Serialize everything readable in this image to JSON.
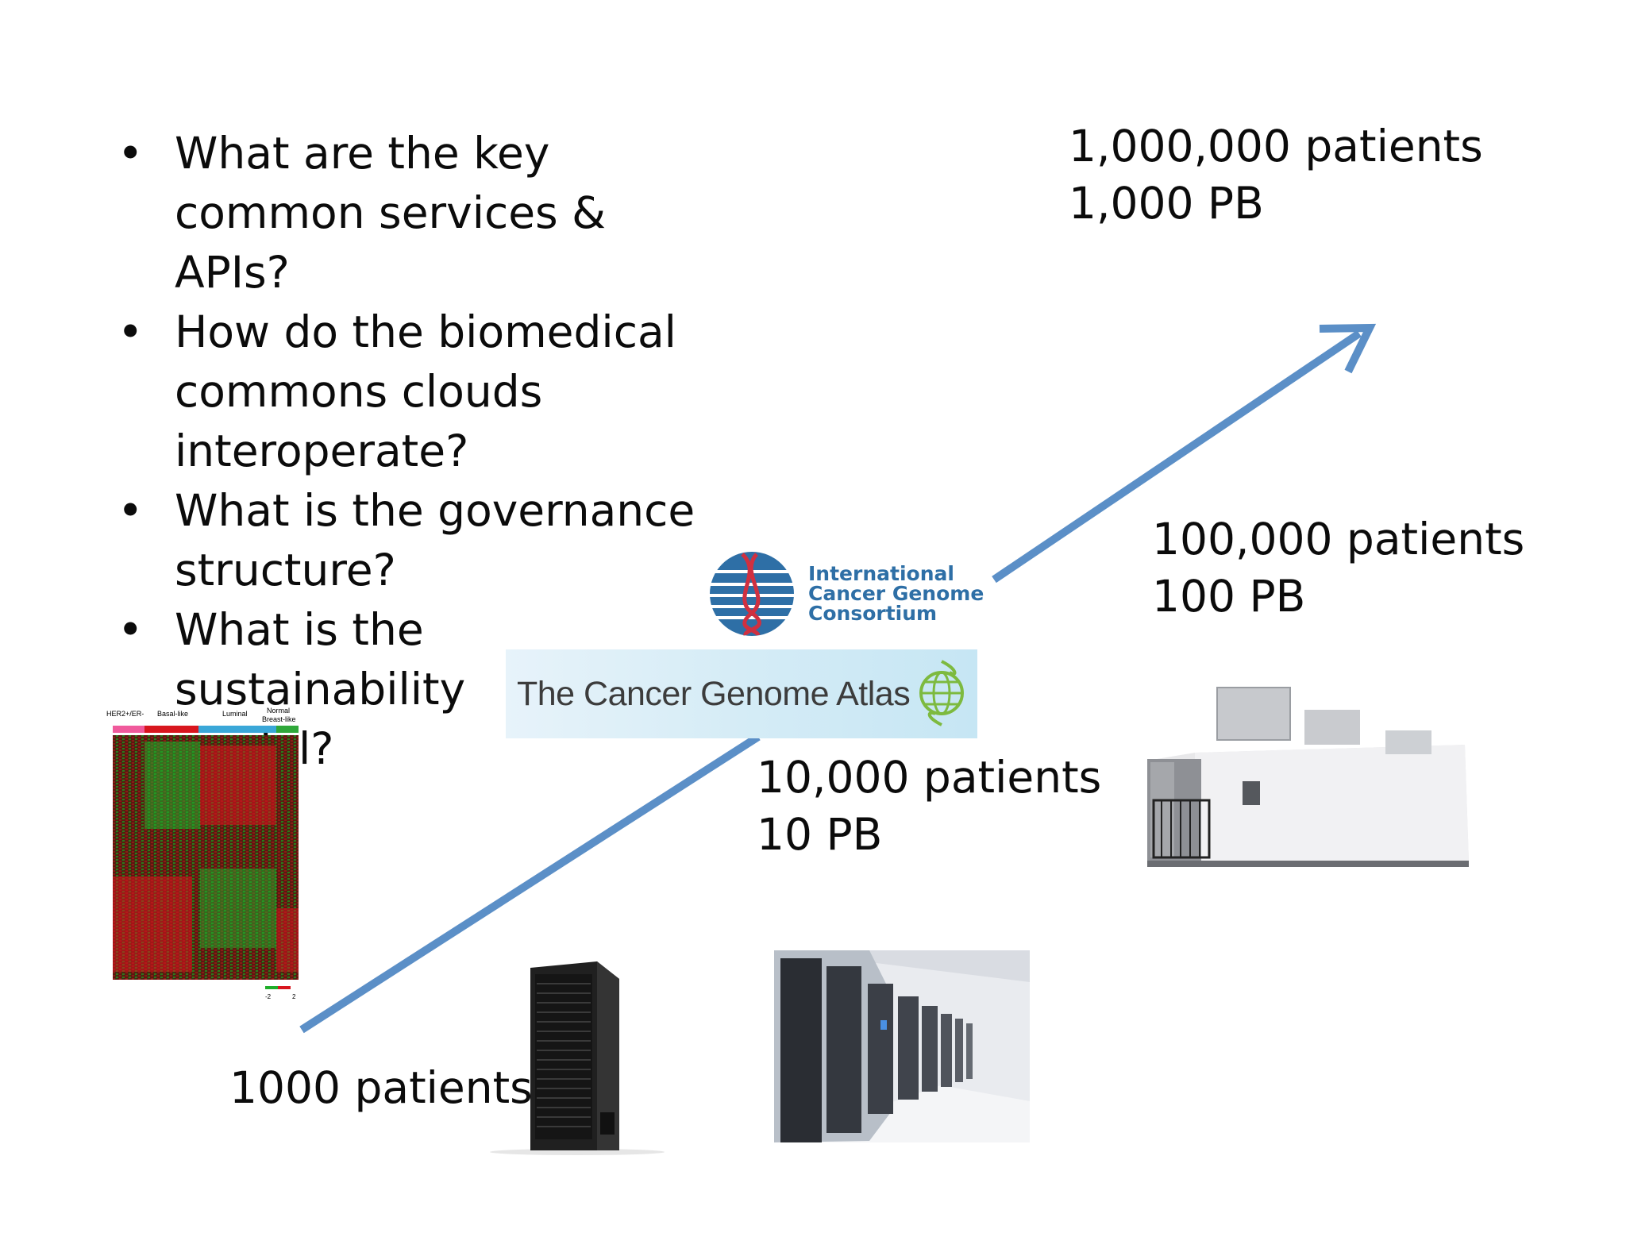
{
  "bullets": [
    {
      "lines": [
        "What are the key",
        "common services & APIs?"
      ]
    },
    {
      "lines": [
        "How do the biomedical",
        "commons clouds",
        "interoperate?"
      ]
    },
    {
      "lines": [
        "What is the governance",
        "structure?"
      ]
    },
    {
      "lines": [
        "What is the sustainability",
        "model?"
      ]
    }
  ],
  "bullet_symbol": "•",
  "milestones": [
    {
      "patients": "1000 patients"
    },
    {
      "patients": "10,000 patients",
      "storage": "10 PB"
    },
    {
      "patients": "100,000 patients",
      "storage": "100 PB"
    },
    {
      "patients": "1,000,000 patients",
      "storage": "1,000 PB"
    }
  ],
  "heatmap": {
    "column_labels": [
      "HER2+/ER-",
      "Basal-like",
      "Luminal",
      "Normal",
      "Breast-like"
    ],
    "scale_labels": [
      "-2",
      "2"
    ]
  },
  "logos": {
    "icgc": [
      "International",
      "Cancer Genome",
      "Consortium"
    ],
    "tcga": "The Cancer Genome Atlas"
  },
  "colors": {
    "arrow": "#5b8fc7",
    "heat_red": "#d8161e",
    "heat_green": "#1fae2a",
    "icgc_blue": "#2e6fa6",
    "tcga_green": "#7dba3f"
  }
}
